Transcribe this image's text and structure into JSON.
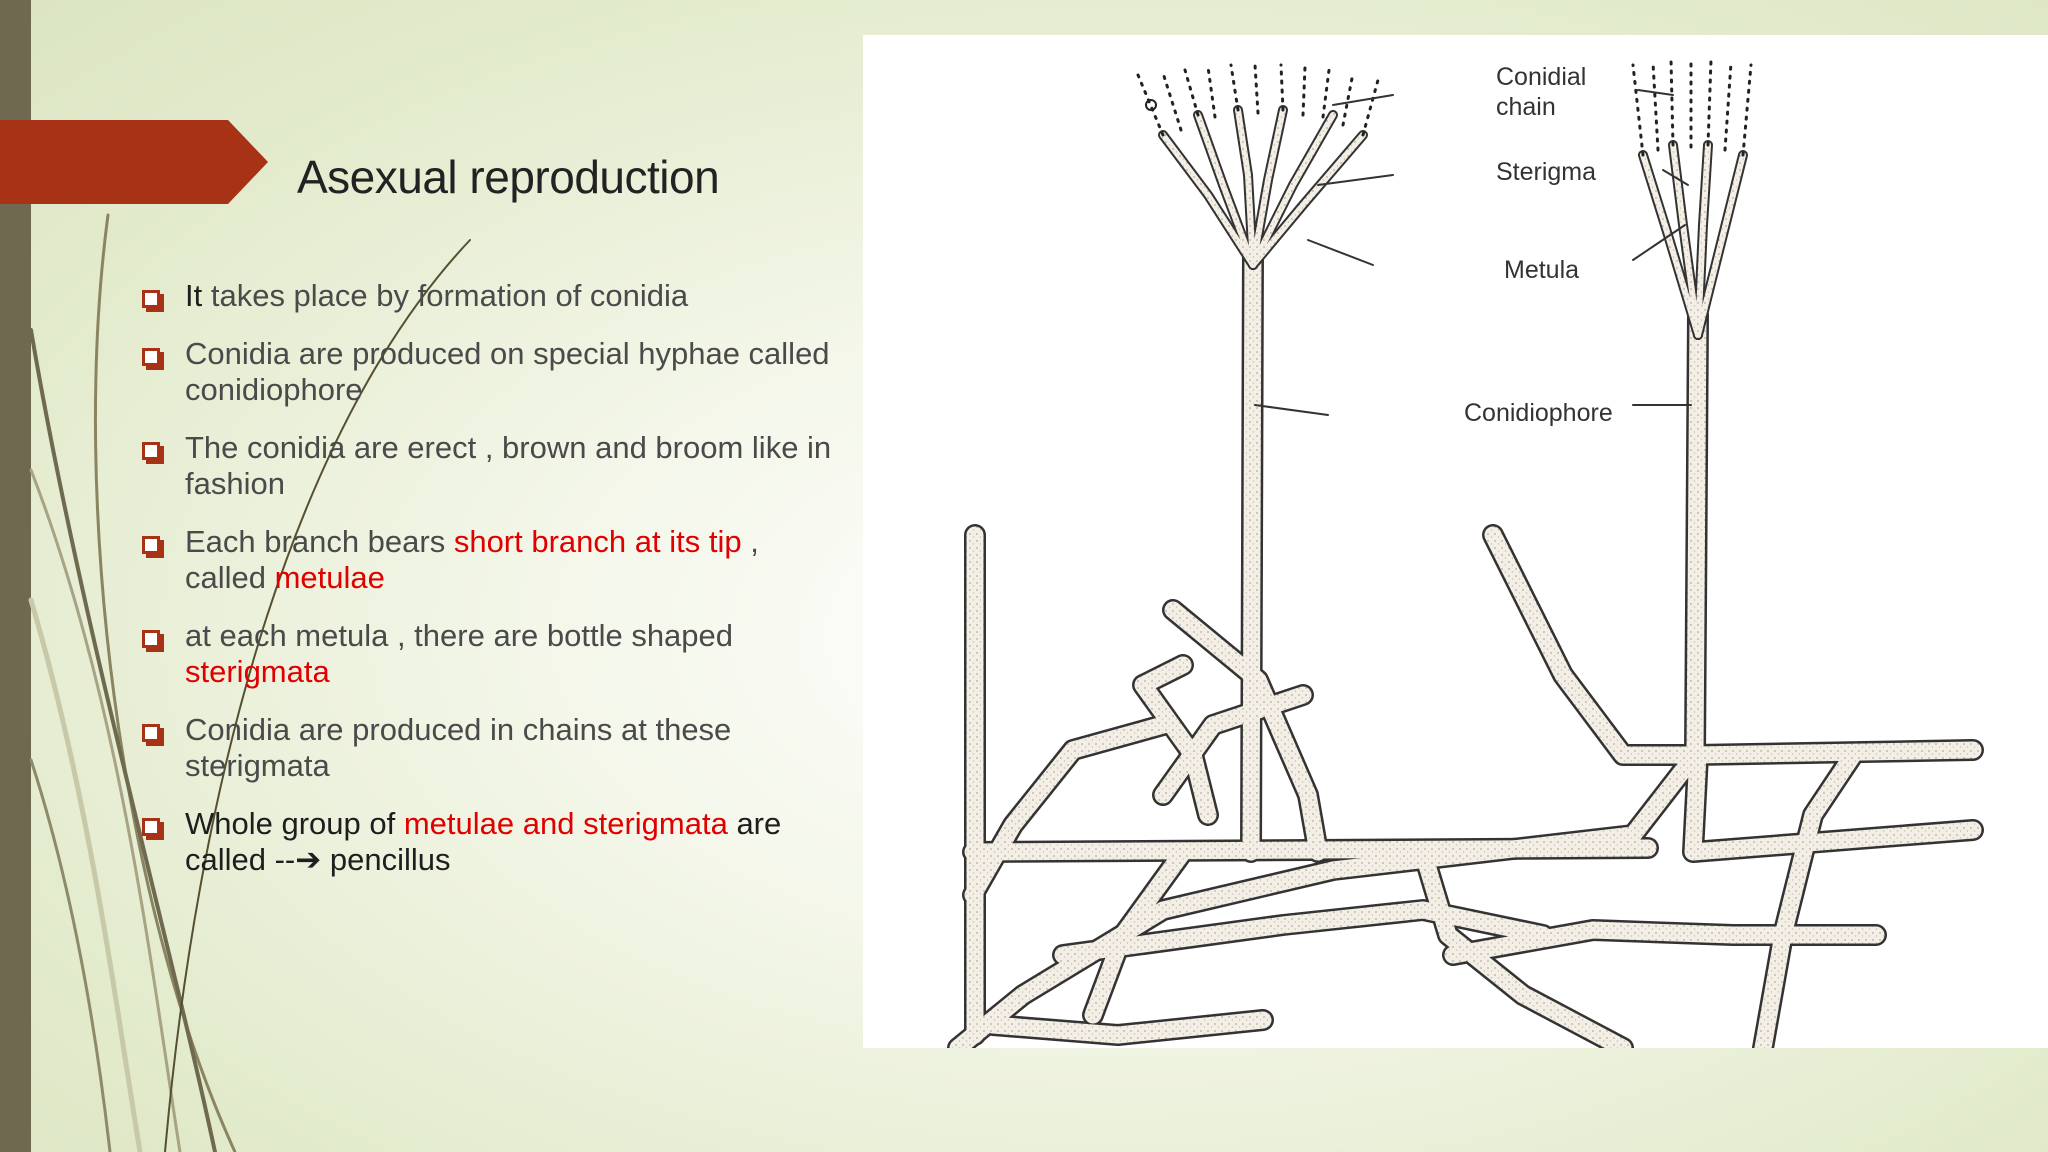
{
  "slide": {
    "title": "Asexual reproduction",
    "bullets": [
      {
        "lead": "It",
        "a": " takes place by formation of conidia"
      },
      {
        "a": "Conidia are produced on special hyphae called conidiophore"
      },
      {
        "a": "The conidia are erect , brown and broom like in fashion"
      },
      {
        "a": "Each branch bears ",
        "red": "short branch at its tip",
        "b": " ,",
        "line2": "called ",
        "red2": "metulae"
      },
      {
        "a": " at each metula , there are bottle shaped ",
        "red": "sterigmata"
      },
      {
        "a": "Conidia are produced in chains at these sterigmata"
      },
      {
        "a": "Whole group of ",
        "red": "metulae and sterigmata",
        "b": " are called --➔ pencillus"
      }
    ]
  },
  "figure": {
    "labels": {
      "conidial_chain_1": "Conidial",
      "conidial_chain_2": "chain",
      "sterigma": "Sterigma",
      "metula": "Metula",
      "conidiophore": "Conidiophore"
    }
  },
  "colors": {
    "accent": "#a83216",
    "highlight": "#e00000",
    "side_bar": "#6f6a4f",
    "background": "#e3ebcd"
  }
}
